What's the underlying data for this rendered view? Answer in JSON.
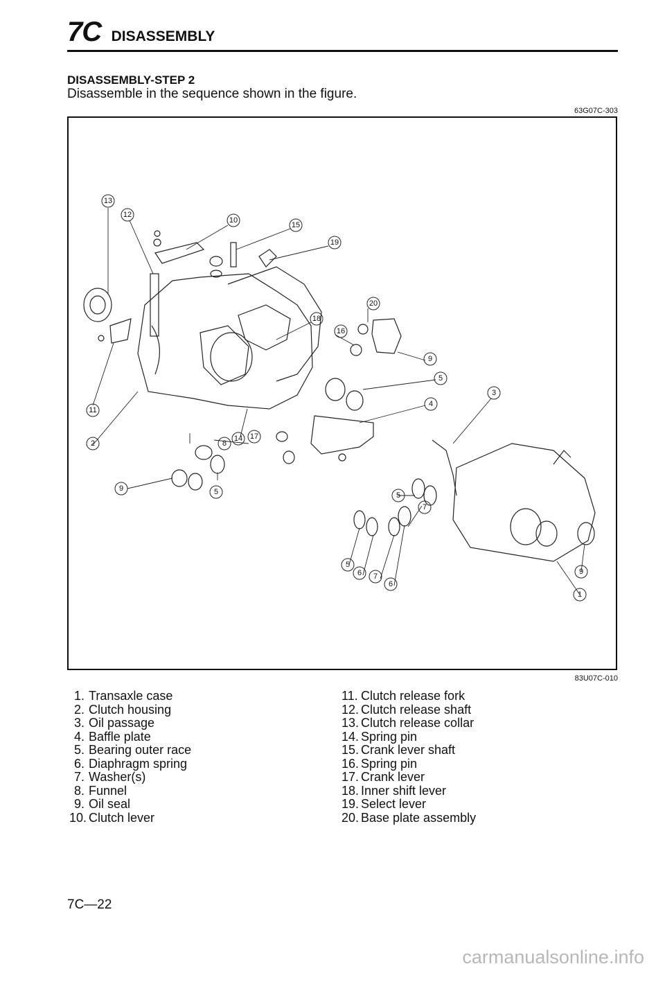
{
  "header": {
    "code": "7C",
    "title": "DISASSEMBLY"
  },
  "step": {
    "title": "DISASSEMBLY-STEP 2",
    "description": "Disassemble in the sequence shown in the figure."
  },
  "figure": {
    "code_top": "63G07C-303",
    "code_bottom": "83U07C-010",
    "callouts": [
      "13",
      "12",
      "10",
      "15",
      "19",
      "20",
      "18",
      "16",
      "9",
      "5",
      "4",
      "3",
      "11",
      "2",
      "8",
      "14",
      "17",
      "9",
      "5",
      "5",
      "7",
      "5",
      "6",
      "7",
      "6",
      "9",
      "1"
    ]
  },
  "legend": {
    "left": [
      {
        "num": "1.",
        "label": "Transaxle case"
      },
      {
        "num": "2.",
        "label": "Clutch housing"
      },
      {
        "num": "3.",
        "label": "Oil passage"
      },
      {
        "num": "4.",
        "label": "Baffle plate"
      },
      {
        "num": "5.",
        "label": "Bearing outer race"
      },
      {
        "num": "6.",
        "label": "Diaphragm spring"
      },
      {
        "num": "7.",
        "label": "Washer(s)"
      },
      {
        "num": "8.",
        "label": "Funnel"
      },
      {
        "num": "9.",
        "label": "Oil seal"
      },
      {
        "num": "10.",
        "label": "Clutch lever"
      }
    ],
    "right": [
      {
        "num": "11.",
        "label": "Clutch release fork"
      },
      {
        "num": "12.",
        "label": "Clutch release shaft"
      },
      {
        "num": "13.",
        "label": "Clutch release collar"
      },
      {
        "num": "14.",
        "label": "Spring pin"
      },
      {
        "num": "15.",
        "label": "Crank lever shaft"
      },
      {
        "num": "16.",
        "label": "Spring pin"
      },
      {
        "num": "17.",
        "label": "Crank lever"
      },
      {
        "num": "18.",
        "label": "Inner shift lever"
      },
      {
        "num": "19.",
        "label": "Select lever"
      },
      {
        "num": "20.",
        "label": "Base plate assembly"
      }
    ]
  },
  "page_number": "7C—22",
  "watermark": "carmanualsonline.info"
}
